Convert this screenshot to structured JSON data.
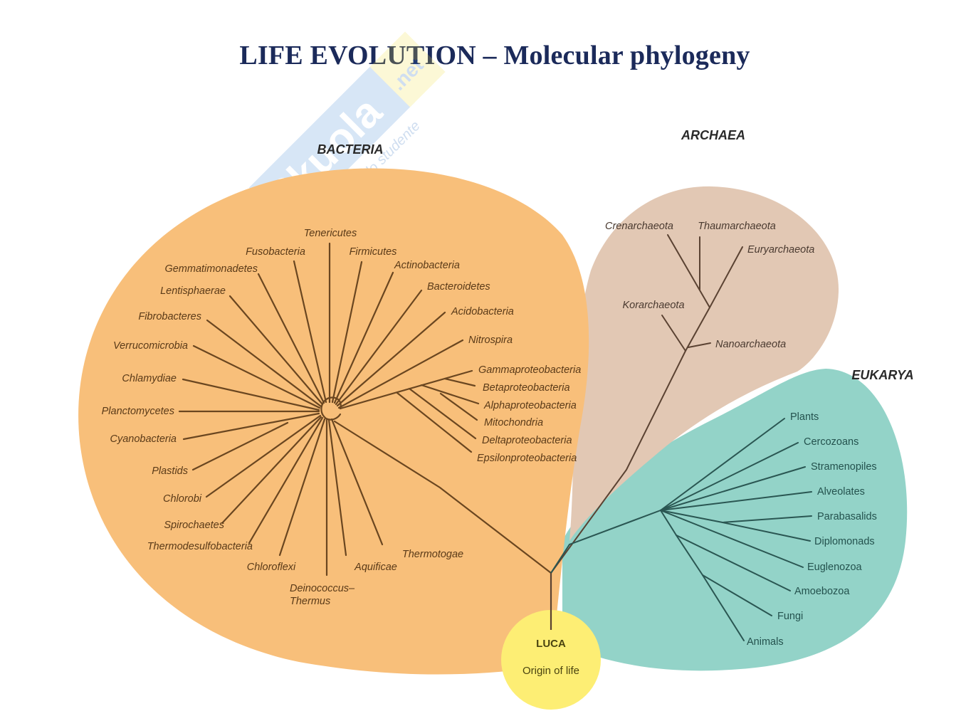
{
  "title": "LIFE EVOLUTION – Molecular phylogeny",
  "watermark": {
    "brand": "Skuola",
    "suffix": ".net",
    "tagline": "il paradiso dello studente"
  },
  "domains": {
    "bacteria": {
      "label": "BACTERIA",
      "color": "#f8bf7a"
    },
    "archaea": {
      "label": "ARCHAEA",
      "color": "#e2c8b4"
    },
    "eukarya": {
      "label": "EUKARYA",
      "color": "#93d3c8"
    }
  },
  "luca": {
    "label": "LUCA",
    "sublabel": "Origin of life",
    "color": "#fdee74"
  },
  "branch_colors": {
    "bacteria": "#6a4620",
    "archaea": "#5a4232",
    "eukarya": "#2a5652"
  },
  "bacteria_taxa": [
    "Tenericutes",
    "Fusobacteria",
    "Firmicutes",
    "Actinobacteria",
    "Gemmatimonadetes",
    "Lentisphaerae",
    "Bacteroidetes",
    "Acidobacteria",
    "Fibrobacteres",
    "Nitrospira",
    "Verrucomicrobia",
    "Chlamydiae",
    "Gammaproteobacteria",
    "Betaproteobacteria",
    "Alphaproteobacteria",
    "Mitochondria",
    "Planctomycetes",
    "Deltaproteobacteria",
    "Epsilonproteobacteria",
    "Cyanobacteria",
    "Plastids",
    "Chlorobi",
    "Spirochaetes",
    "Thermodesulfobacteria",
    "Chloroflexi",
    "Aquificae",
    "Thermotogae",
    "Deinococcus–",
    "Thermus"
  ],
  "archaea_taxa": [
    "Crenarchaeota",
    "Thaumarchaeota",
    "Euryarchaeota",
    "Korarchaeota",
    "Nanoarchaeota"
  ],
  "eukarya_taxa": [
    "Plants",
    "Cercozoans",
    "Stramenopiles",
    "Alveolates",
    "Parabasalids",
    "Diplomonads",
    "Euglenozoa",
    "Amoebozoa",
    "Fungi",
    "Animals"
  ]
}
